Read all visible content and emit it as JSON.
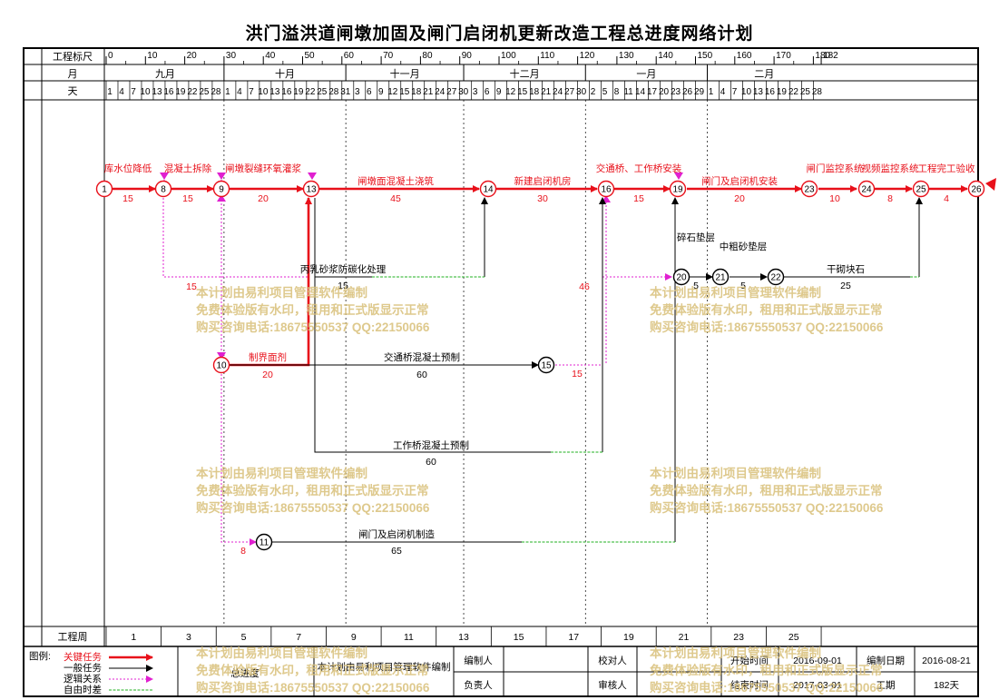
{
  "title": "洪门溢洪道闸墩加固及闸门启闭机更新改造工程总进度网络计划",
  "header": {
    "ruler_label": "工程标尺",
    "month_label": "月",
    "day_label": "天",
    "ruler_ticks": [
      "0",
      "10",
      "20",
      "30",
      "40",
      "50",
      "60",
      "70",
      "80",
      "90",
      "100",
      "110",
      "120",
      "130",
      "140",
      "150",
      "160",
      "170",
      "180",
      "182"
    ],
    "months": [
      "九月",
      "十月",
      "十一月",
      "十二月",
      "一月",
      "二月"
    ],
    "days_sep": [
      "1",
      "4",
      "7",
      "10",
      "13",
      "16",
      "19",
      "22",
      "25",
      "28"
    ],
    "days_oct": [
      "1",
      "4",
      "7",
      "10",
      "13",
      "16",
      "19",
      "22",
      "25",
      "28",
      "31"
    ],
    "days_nov": [
      "3",
      "6",
      "9",
      "12",
      "15",
      "18",
      "21",
      "24",
      "27",
      "30"
    ],
    "days_dec": [
      "3",
      "6",
      "9",
      "12",
      "15",
      "18",
      "21",
      "24",
      "27",
      "30"
    ],
    "days_jan": [
      "2",
      "5",
      "8",
      "11",
      "14",
      "17",
      "20",
      "23",
      "26",
      "29"
    ],
    "days_feb": [
      "1",
      "4",
      "7",
      "10",
      "13",
      "16",
      "19",
      "22",
      "25",
      "28"
    ]
  },
  "nodes": [
    "1",
    "8",
    "9",
    "13",
    "14",
    "16",
    "19",
    "23",
    "24",
    "25",
    "26",
    "10",
    "11",
    "15",
    "20",
    "21",
    "22"
  ],
  "tasks": {
    "t1": {
      "name": "库水位降低",
      "dur": "15"
    },
    "t2": {
      "name": "混凝土拆除",
      "dur": "15"
    },
    "t3": {
      "name": "闸墩裂缝环氧灌浆",
      "dur": "20"
    },
    "t4": {
      "name": "闸墩面混凝土浇筑",
      "dur": "45"
    },
    "t5": {
      "name": "新建启闭机房",
      "dur": "30"
    },
    "t6": {
      "name": "交通桥、工作桥安装",
      "dur": "15"
    },
    "t7": {
      "name": "闸门及启闭机安装",
      "dur": "20"
    },
    "t8": {
      "name": "闸门监控系统",
      "dur": "10"
    },
    "t9": {
      "name": "视频监控系统",
      "dur": "8"
    },
    "t10": {
      "name": "工程完工验收",
      "dur": "4"
    },
    "t11": {
      "name": "丙乳砂浆防碳化处理",
      "dur": "15"
    },
    "t12": {
      "name": "制界面剂",
      "dur": "20"
    },
    "t13": {
      "name": "交通桥混凝土预制",
      "dur": "60"
    },
    "t14": {
      "name": "工作桥混凝土预制",
      "dur": "60"
    },
    "t15": {
      "name": "闸门及启闭机制造",
      "dur": "65"
    },
    "t16": {
      "name": "碎石垫层",
      "dur": "5"
    },
    "t17": {
      "name": "中粗砂垫层",
      "dur": "5"
    },
    "t18": {
      "name": "干砌块石",
      "dur": "25"
    },
    "float1": "15",
    "float2": "46",
    "float3": "15",
    "float4": "8"
  },
  "footer": {
    "week_label": "工程周",
    "weeks": [
      "1",
      "3",
      "5",
      "7",
      "9",
      "11",
      "13",
      "15",
      "17",
      "19",
      "21",
      "23",
      "25"
    ],
    "legend_title": "图例:",
    "legend": [
      "关键任务",
      "一般任务",
      "逻辑关系",
      "自由时差"
    ],
    "plan_name": "总进度",
    "software": "本计划由易利项目管理软件编制",
    "editor_label": "编制人",
    "checker_label": "校对人",
    "start_label": "开始时间",
    "start_value": "2016-09-01",
    "date_label": "编制日期",
    "date_value": "2016-08-21",
    "owner_label": "负责人",
    "auditor_label": "审核人",
    "end_label": "结束时间",
    "end_value": "2017-03-01",
    "period_label": "工期",
    "period_value": "182天"
  },
  "watermark": {
    "line1": "本计划由易利项目管理软件编制",
    "line2": "免费体验版有水印，租用和正式版显示正常",
    "line3": "购买咨询电话:18675550537 QQ:22150066"
  },
  "colors": {
    "critical": "#e8101a",
    "normal": "#000000",
    "logic": "#e020d0",
    "float": "#20b020",
    "watermark": "#d9c07a"
  }
}
